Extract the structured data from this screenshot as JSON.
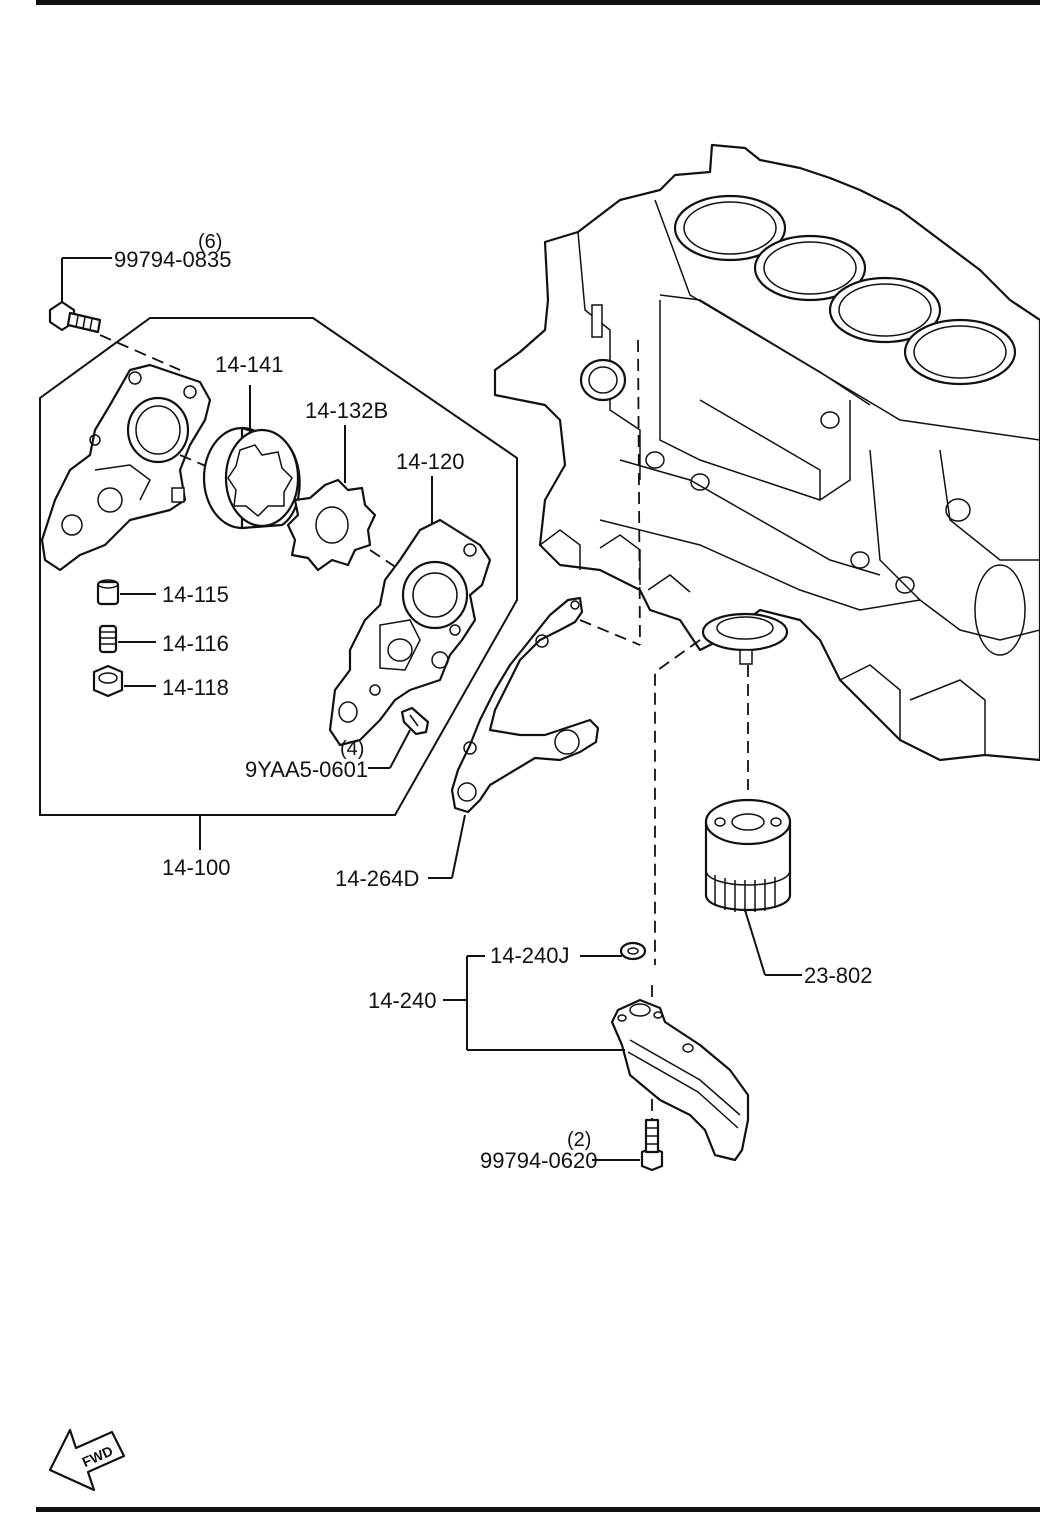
{
  "labels": {
    "bolt_top_qty": "(6)",
    "bolt_top_part": "99794-0835",
    "pump_housing": "14-141",
    "rotor_inner": "14-132B",
    "pump_cover": "14-120",
    "plunger": "14-115",
    "spring": "14-116",
    "plug": "14-118",
    "screw_qty": "(4)",
    "screw_part": "9YAA5-0601",
    "pump_assembly": "14-100",
    "gasket": "14-264D",
    "oil_filter": "23-802",
    "strainer_gasket": "14-240J",
    "strainer": "14-240",
    "bolt_bottom_qty": "(2)",
    "bolt_bottom_part": "99794-0620",
    "fwd_arrow": "FWD"
  },
  "icons": {
    "direction": "fwd-arrow-icon"
  },
  "colors": {
    "line": "#111111",
    "background": "#ffffff"
  }
}
